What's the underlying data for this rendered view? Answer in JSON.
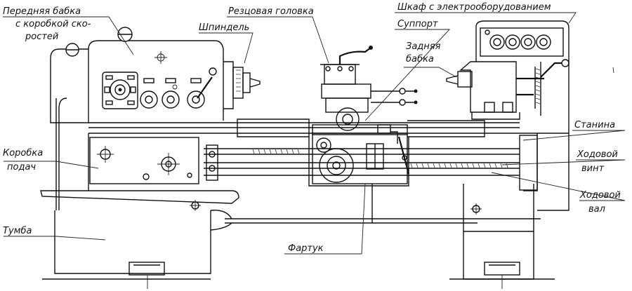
{
  "labels": {
    "headstock": [
      "Передняя бабка",
      "с коробкой ско-",
      "ростей"
    ],
    "tool_head": "Резцовая головка",
    "spindle": "Шпиндель",
    "cabinet": "Шкаф с электрооборудованием",
    "carriage": "Суппорт",
    "tailstock": [
      "Задняя",
      "бабка"
    ],
    "bed": "Станина",
    "feed_box": [
      "Коробка",
      "подач"
    ],
    "lead_screw": [
      "Ходовой",
      "винт"
    ],
    "feed_shaft": [
      "Ходовой",
      "вал"
    ],
    "pedestal": "Тумба",
    "apron": "Фартук"
  },
  "colors": {
    "ink": "#111111",
    "paper": "#ffffff"
  }
}
